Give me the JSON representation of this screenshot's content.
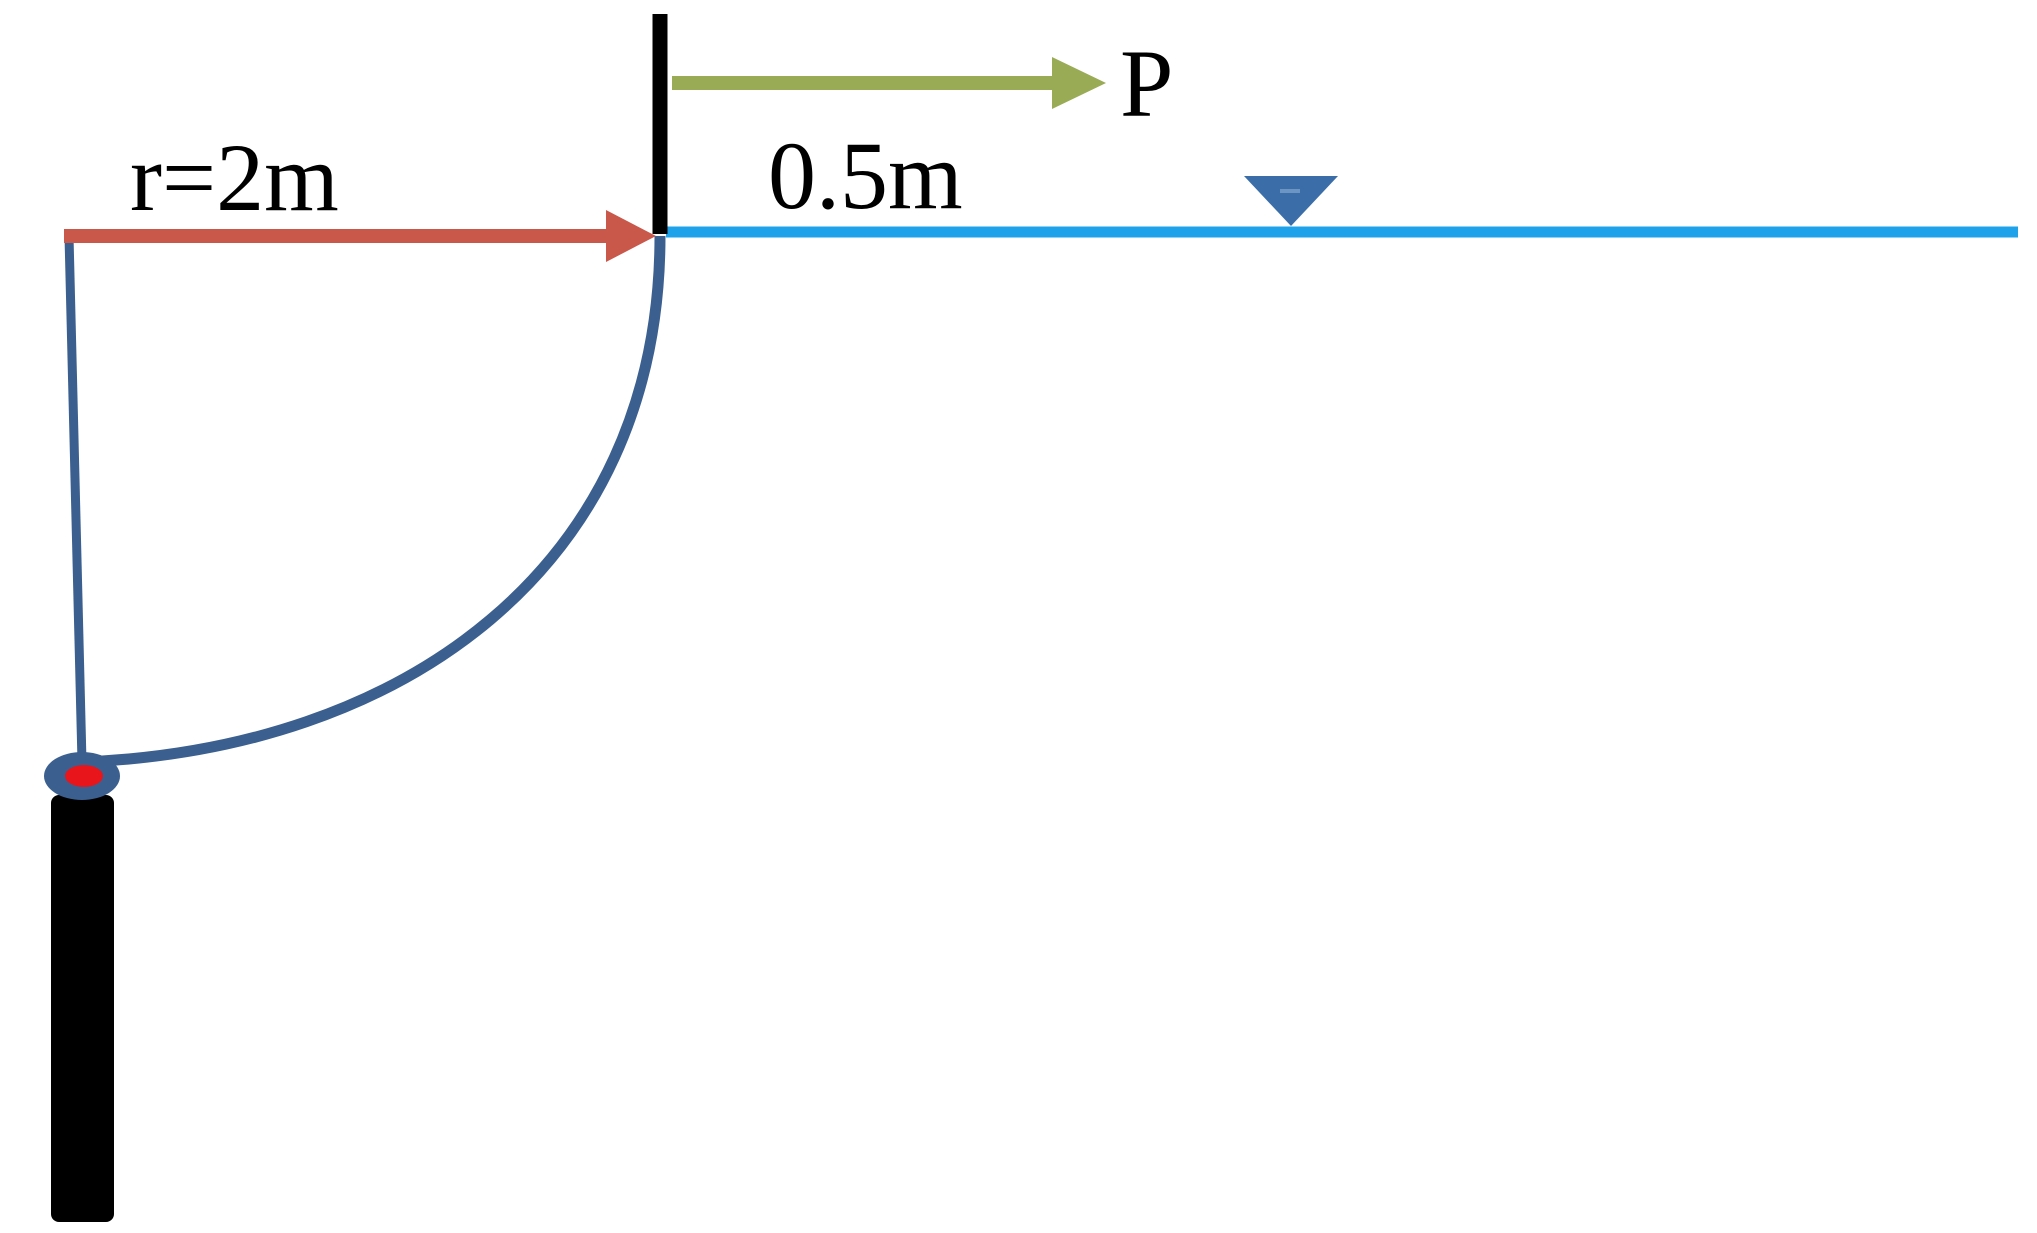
{
  "labels": {
    "radius": "r=2m",
    "width": "0.5m",
    "force": "P"
  },
  "colors": {
    "radius_arrow": "#c9574a",
    "force_arrow": "#9aab55",
    "gate": "#3b5f8f",
    "water_surface": "#1ea3ea",
    "water_level_marker": "#3b6ea8",
    "hinge_center": "#e8151b",
    "post": "#000000"
  }
}
